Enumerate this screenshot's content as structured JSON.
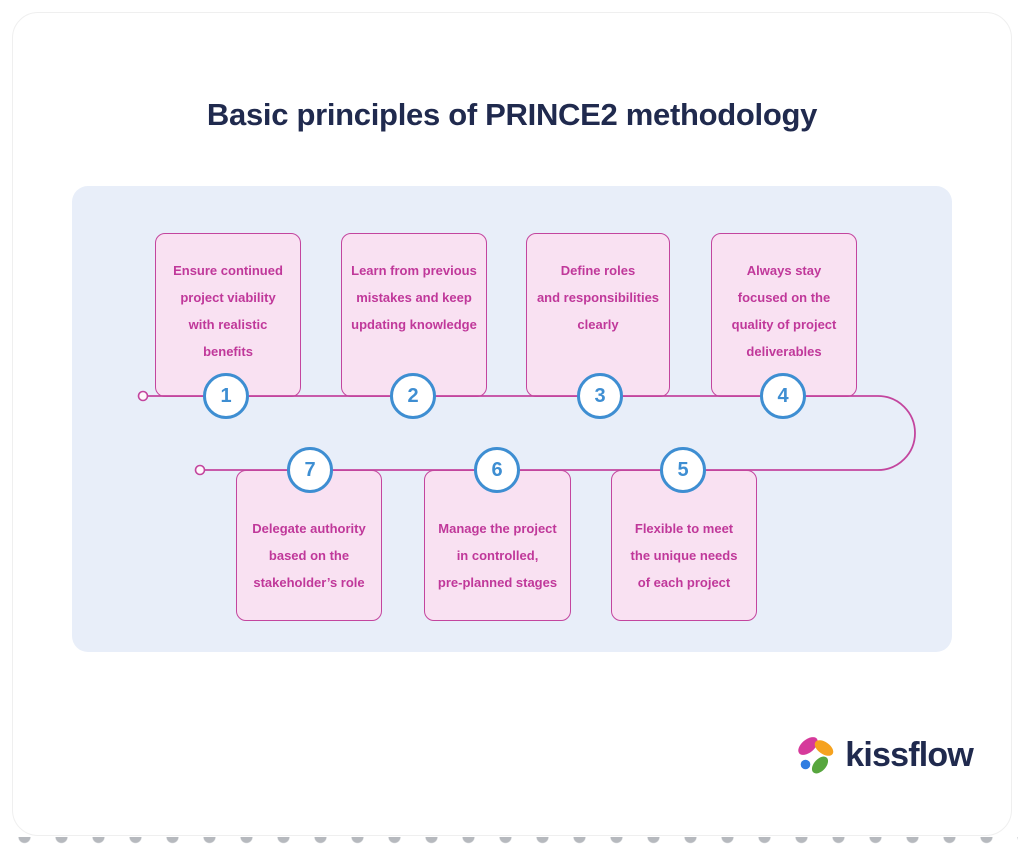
{
  "title": "Basic principles of PRINCE2 methodology",
  "top_row": [
    {
      "number": "1",
      "text": "Ensure continued\nproject viability\nwith realistic\nbenefits"
    },
    {
      "number": "2",
      "text": "Learn from previous\nmistakes and keep\nupdating knowledge"
    },
    {
      "number": "3",
      "text": "Define roles\nand responsibilities\nclearly"
    },
    {
      "number": "4",
      "text": "Always stay\nfocused on the\nquality of project\ndeliverables"
    }
  ],
  "bottom_row": [
    {
      "number": "7",
      "text": "Delegate authority\nbased on the\nstakeholder’s role"
    },
    {
      "number": "6",
      "text": "Manage the project\nin controlled,\npre-planned stages"
    },
    {
      "number": "5",
      "text": "Flexible to meet\nthe unique needs\nof each project"
    }
  ],
  "brand": {
    "name": "kissflow"
  },
  "colors": {
    "title": "#202a4e",
    "panel_bg": "#e8eef9",
    "box_fill": "#f9e1f2",
    "box_border": "#c3459e",
    "box_text": "#c0389a",
    "line": "#c3459e",
    "circle_border": "#3e8ed2",
    "circle_text": "#3e8ed2",
    "flower_pink": "#d63a9b",
    "flower_orange": "#f6a21e",
    "flower_green": "#57a63e",
    "flower_blue": "#2f7de1"
  }
}
